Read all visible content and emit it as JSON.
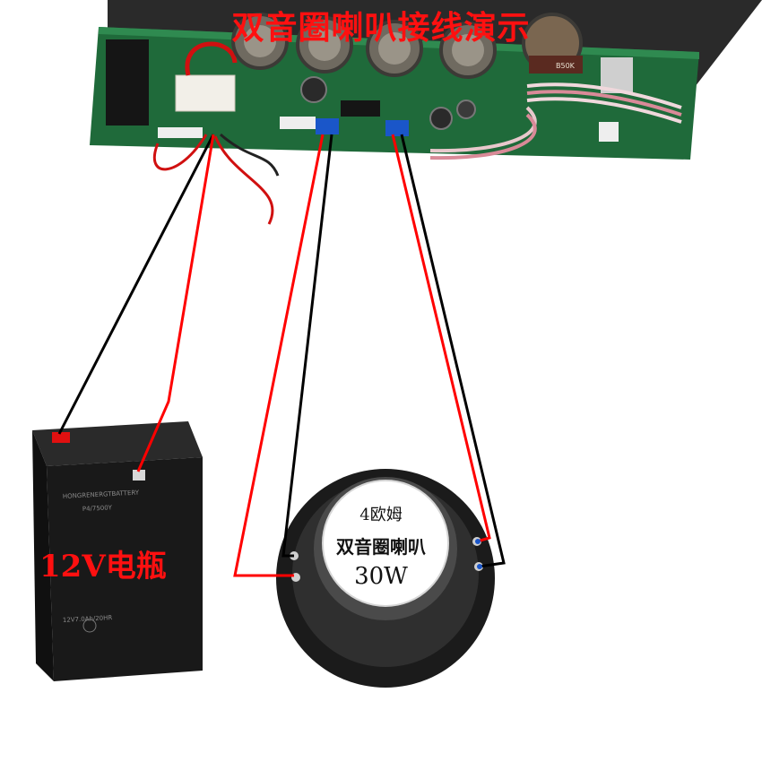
{
  "title": "双音圈喇叭接线演示",
  "battery": {
    "label": "12V电瓶",
    "print_lines": [
      "HONGRENERGTBATTERY",
      "P4/7500Y",
      "12V7.0Ah/20HR"
    ]
  },
  "speaker": {
    "impedance": "4欧姆",
    "name": "双音圈喇叭",
    "power": "30W"
  },
  "board": {
    "chip_marking": "B50K"
  },
  "colors": {
    "wire_positive": "#ff0000",
    "wire_negative": "#000000",
    "label_text": "#ff1010",
    "pcb_green": "#1f6a3a",
    "connector_blue": "#1a56c9"
  }
}
